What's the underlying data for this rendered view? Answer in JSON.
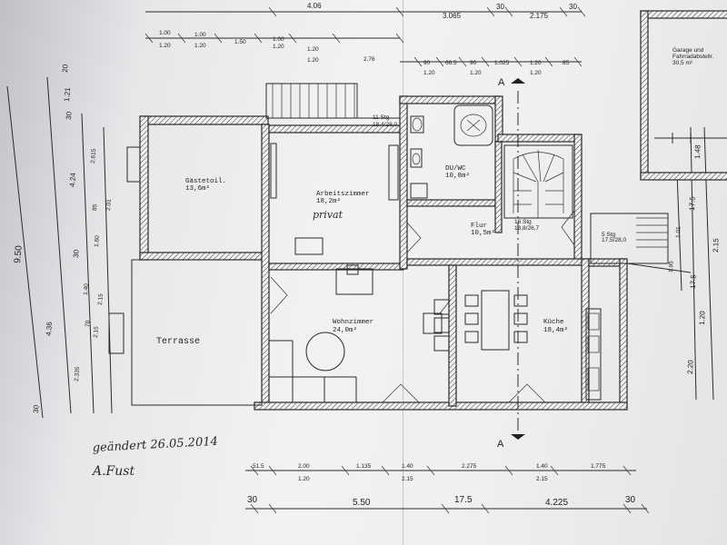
{
  "top_dims": {
    "row1": [
      "4.06",
      "3.065",
      "30",
      "2.175",
      "30"
    ],
    "row2_upper": [
      "1.00",
      "1.00",
      "1.20",
      "1.20"
    ],
    "row2_lower": [
      "1.20",
      "1.50",
      "1.00",
      "2.76"
    ],
    "row2_lower_b": [
      "1.20",
      "1.20"
    ],
    "row3_upper": [
      "90",
      "66.5",
      "90",
      "1.025",
      "1.20",
      "85"
    ],
    "row3_lower": [
      "1.20",
      "1.20",
      "1.20"
    ]
  },
  "left_dims": {
    "outer": [
      "9.50"
    ],
    "col2": [
      "20",
      "1.21",
      "30",
      "4.24",
      "30",
      "4.36",
      "30"
    ],
    "col3": [
      "2.615",
      "85",
      "1.60",
      "1.40",
      "70",
      "2.335"
    ],
    "col4": [
      "2.01",
      "2.15",
      "2.15"
    ]
  },
  "right_dims": [
    "1.48",
    "17.5",
    "2.15",
    "17.5",
    "1.20",
    "2.20",
    "1.01",
    "1.95"
  ],
  "bottom_dims": {
    "row1_upper": [
      "51.5",
      "2.00",
      "1.135",
      "1.40",
      "2.275",
      "1.40",
      "1.775"
    ],
    "row1_lower": [
      "1.20",
      "2.15",
      "2.15"
    ],
    "row2": [
      "30",
      "5.50",
      "17.5",
      "4.225",
      "30"
    ]
  },
  "rooms": {
    "guest": {
      "name": "Gästetoil.",
      "area": "13,6m²"
    },
    "study": {
      "name": "Arbeitszimmer",
      "area": "18,2m²",
      "note": "privat"
    },
    "bath": {
      "name": "DU/WC",
      "area": "10,8m²"
    },
    "hall": {
      "name": "Flur",
      "area": "10,5m²"
    },
    "living": {
      "name": "Wohnzimmer",
      "area": "24,0m²"
    },
    "kitchen": {
      "name": "Küche",
      "area": "18,4m²"
    },
    "terrace": {
      "name": "Terrasse"
    },
    "garage": {
      "name": "Garage und",
      "name2": "Fahrradabstellr.",
      "area": "30,5 m²"
    }
  },
  "small_labels": {
    "stair_top": [
      "11 Stg",
      "18,4/28,0"
    ],
    "stair_hall": [
      "16 Stg",
      "18,8/26,7"
    ],
    "stair_right": [
      "5 Stg",
      "17,5/28,0"
    ]
  },
  "section_marks": [
    "A",
    "A"
  ],
  "handwriting": {
    "changed": "geändert 26.05.2014",
    "sign": "A.Fust"
  }
}
